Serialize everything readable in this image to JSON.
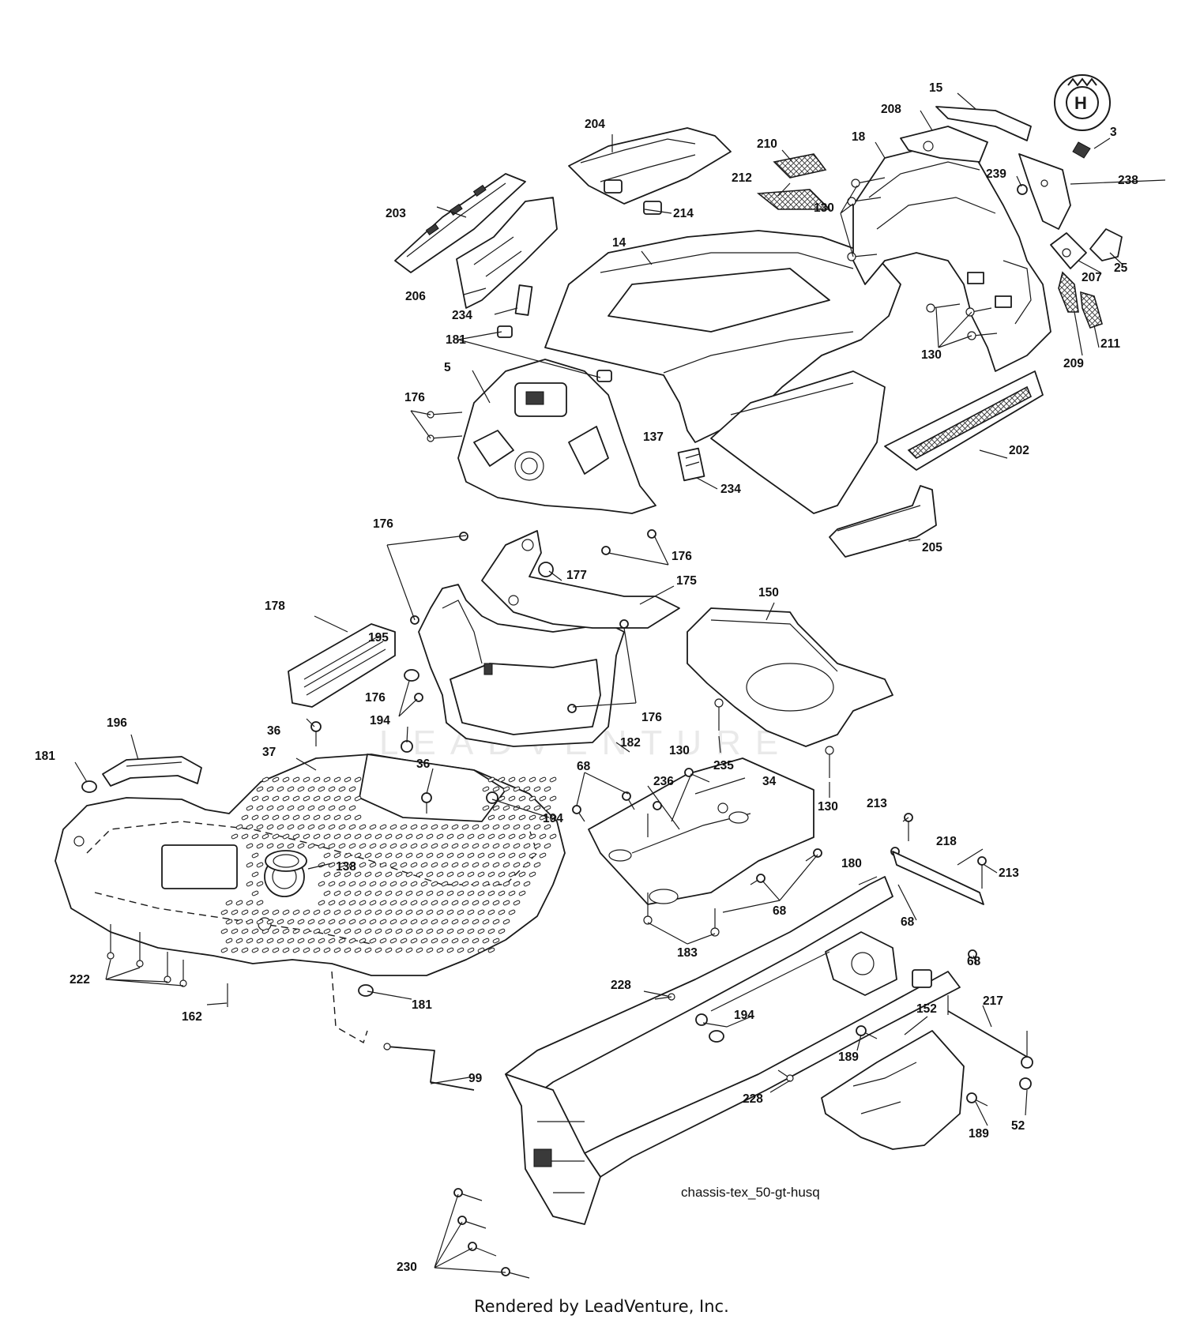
{
  "diagram": {
    "caption": "chassis-tex_50-gt-husq",
    "footer": "Rendered by LeadVenture, Inc.",
    "watermark": "LEADVENTURE",
    "logo_letter": "H",
    "callouts": [
      "3",
      "5",
      "14",
      "15",
      "18",
      "25",
      "34",
      "36",
      "36",
      "37",
      "52",
      "68",
      "68",
      "68",
      "68",
      "99",
      "130",
      "130",
      "130",
      "130",
      "137",
      "138",
      "150",
      "152",
      "162",
      "175",
      "176",
      "176",
      "176",
      "176",
      "176",
      "177",
      "178",
      "180",
      "181",
      "181",
      "181",
      "182",
      "183",
      "189",
      "189",
      "194",
      "194",
      "194",
      "195",
      "196",
      "202",
      "203",
      "204",
      "205",
      "206",
      "207",
      "208",
      "209",
      "210",
      "211",
      "212",
      "213",
      "213",
      "214",
      "217",
      "218",
      "222",
      "228",
      "228",
      "230",
      "234",
      "234",
      "235",
      "236",
      "238",
      "239"
    ]
  }
}
